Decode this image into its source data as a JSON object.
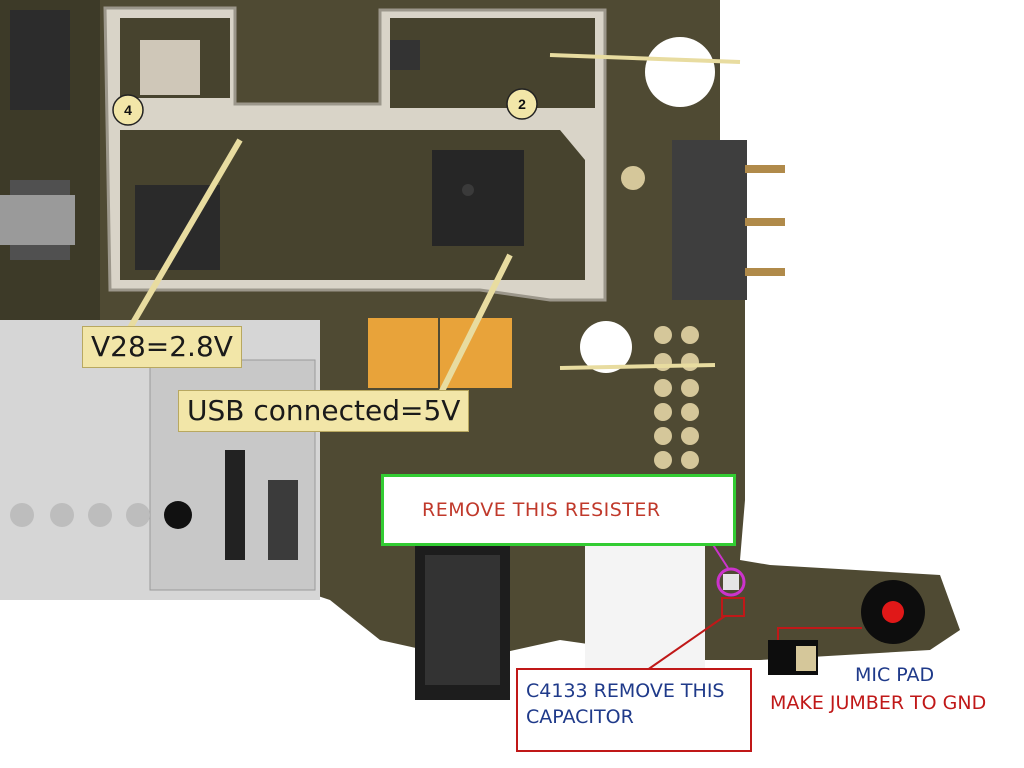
{
  "labels": {
    "v28": "V28=2.8V",
    "usb": "USB connected=5V",
    "remove_resister": "REMOVE THIS RESISTER",
    "c4133": "C4133 REMOVE THIS CAPACITOR",
    "mic_pad": "MIC PAD",
    "jumper": "MAKE JUMBER TO GND"
  },
  "markers": {
    "m4": "4",
    "m2": "2"
  },
  "colors": {
    "board": "#4f4a33",
    "shield": "#d9d4c8",
    "label_fill": "#f2e6a8",
    "green_box": "#33cc33",
    "red_box": "#c01818",
    "text_red": "#c0392b",
    "text_blue": "#1f3a8a"
  }
}
